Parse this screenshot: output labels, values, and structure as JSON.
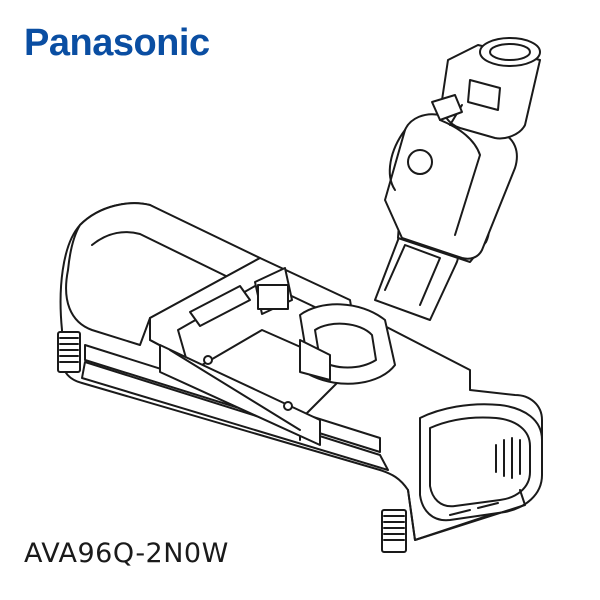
{
  "brand": {
    "name": "Panasonic",
    "color": "#0a4ea2"
  },
  "product": {
    "model_code": "AVA96Q-2N0W",
    "illustration": "vacuum-floor-nozzle-line-drawing"
  },
  "colors": {
    "line": "#1a1a1a",
    "background": "#ffffff"
  }
}
